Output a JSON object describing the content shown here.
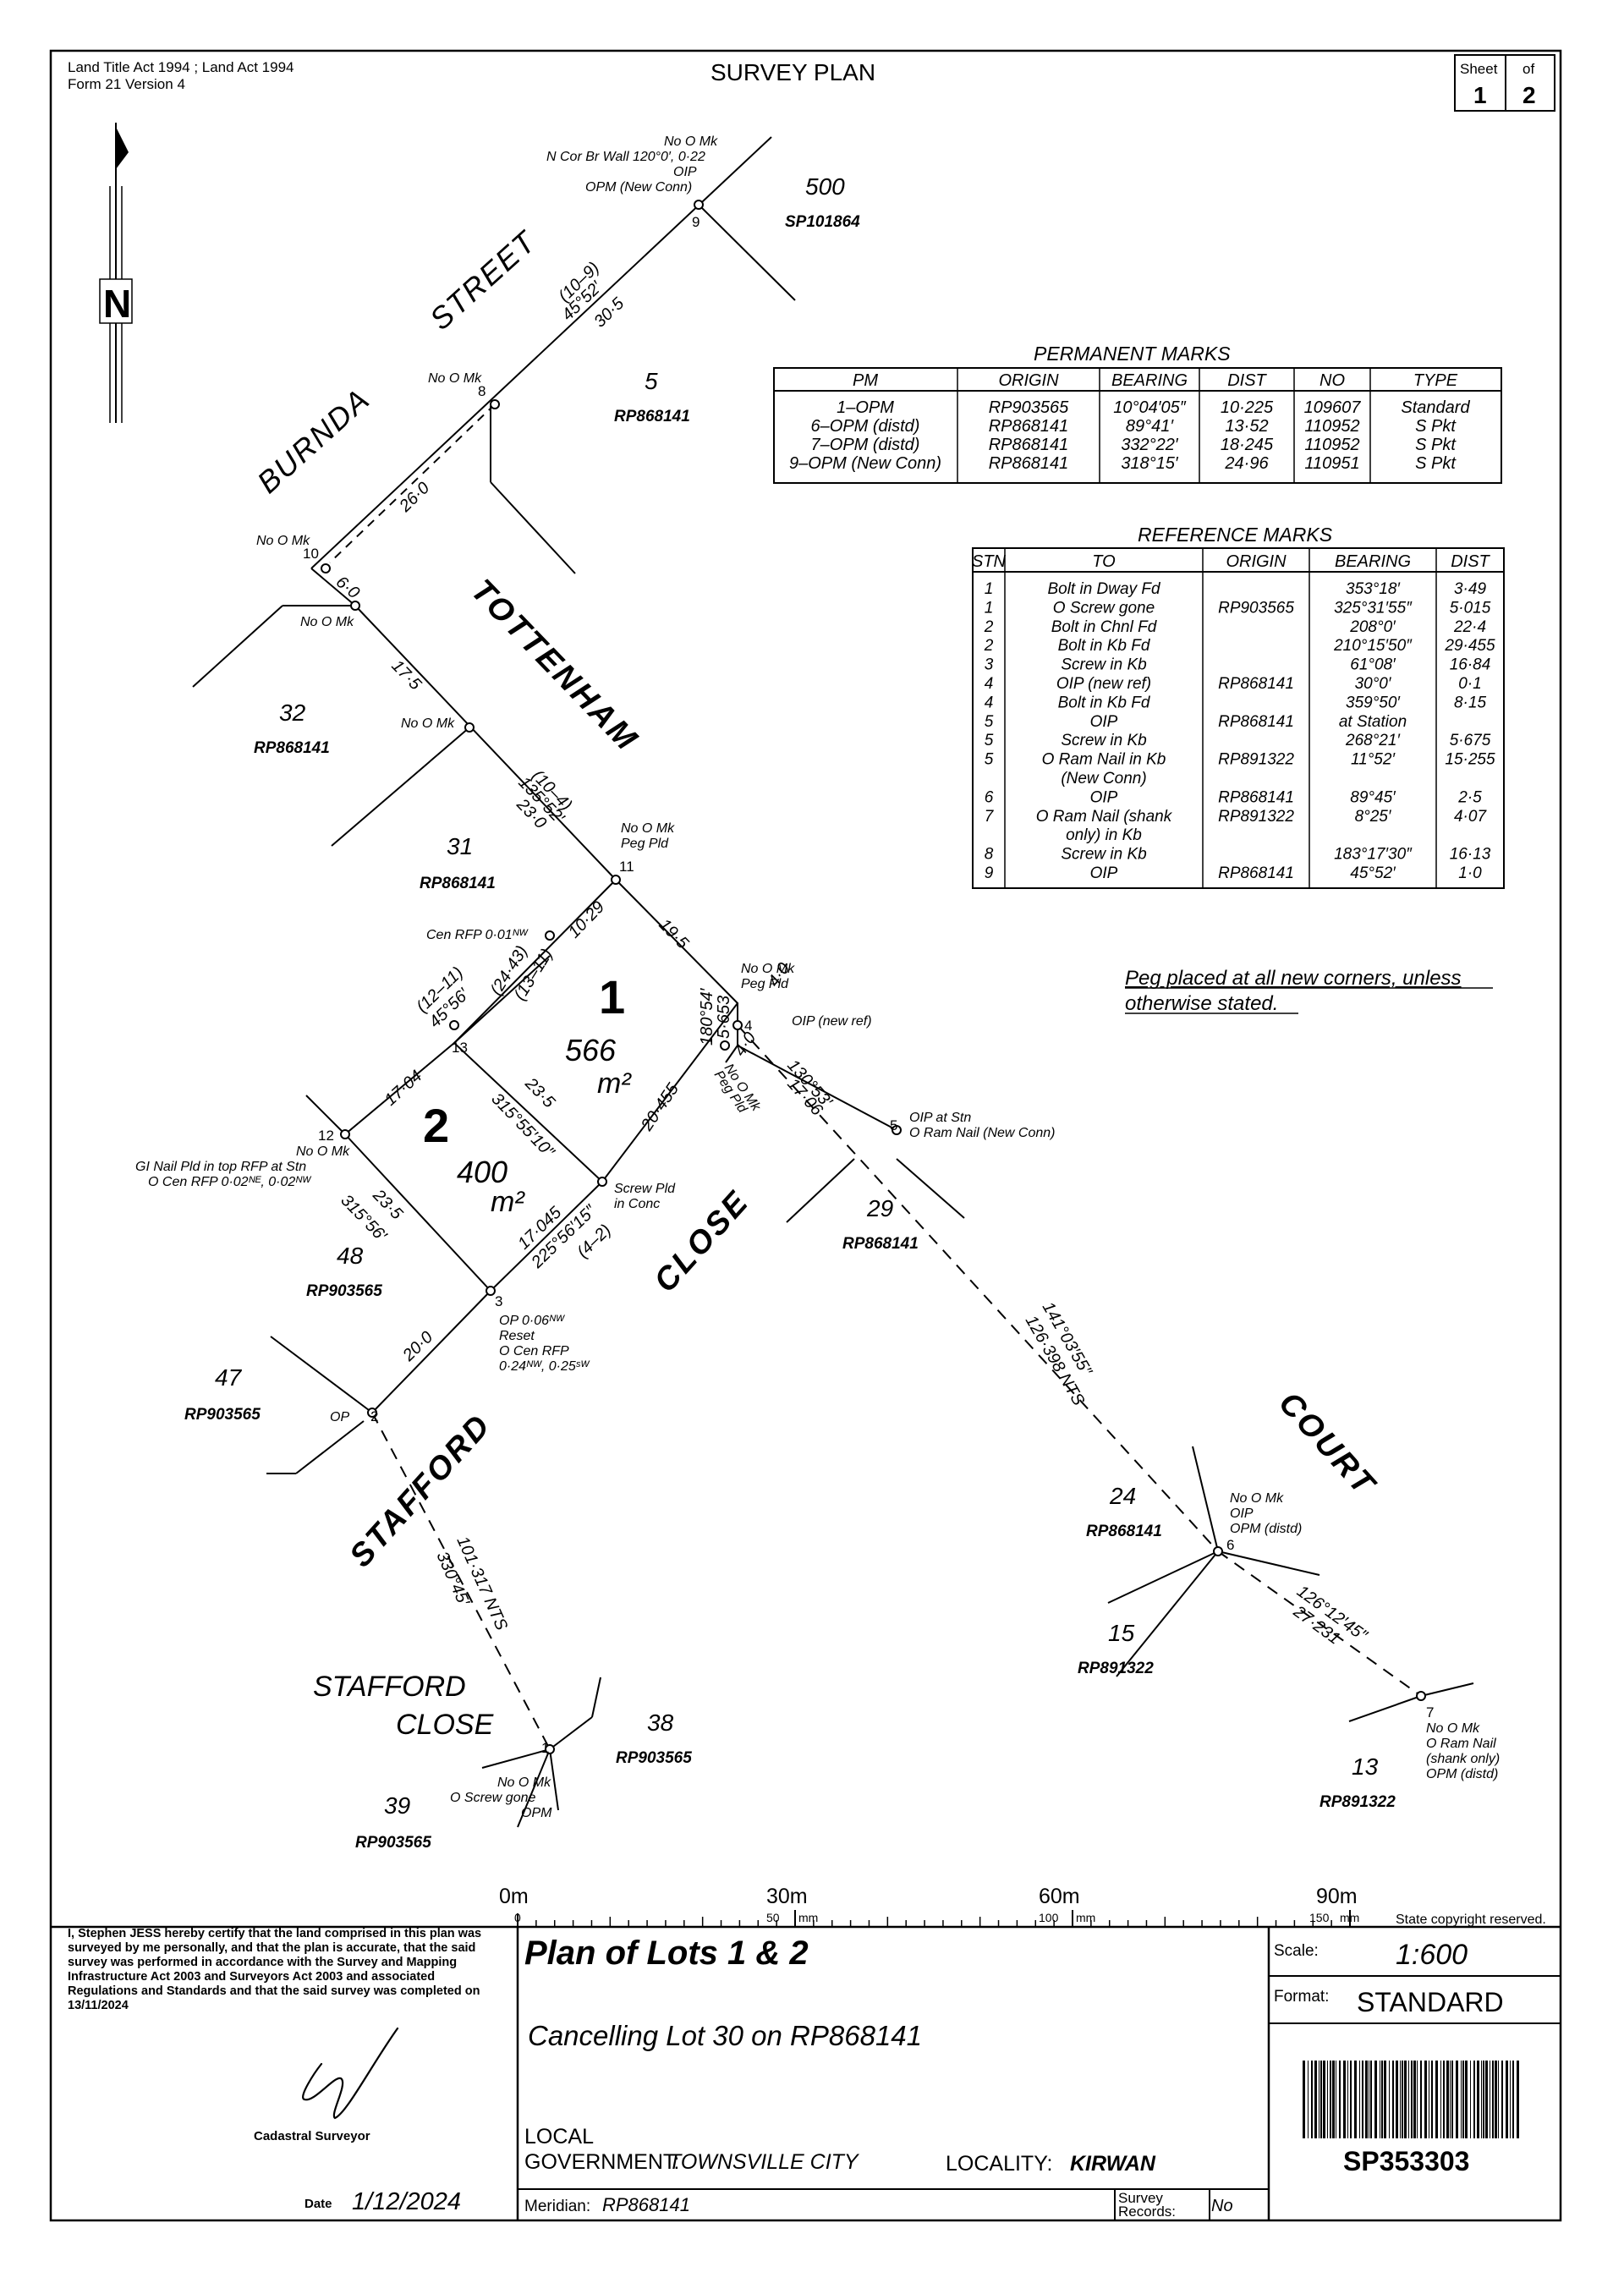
{
  "header": {
    "act": "Land Title Act 1994 ;  Land Act 1994",
    "form": "Form 21 Version 4",
    "title": "SURVEY PLAN",
    "sheet_label": "Sheet",
    "sheet_no": "1",
    "of_label": "of",
    "of_no": "2"
  },
  "north": "N",
  "roads": {
    "burnda": "BURNDA",
    "street": "STREET",
    "tottenham": "TOTTENHAM",
    "close": "CLOSE",
    "court": "COURT",
    "stafford": "STAFFORD",
    "stafford_close_1": "STAFFORD",
    "stafford_close_2": "CLOSE"
  },
  "lots": [
    {
      "no": "500",
      "plan": "SP101864"
    },
    {
      "no": "5",
      "plan": "RP868141"
    },
    {
      "no": "32",
      "plan": "RP868141"
    },
    {
      "no": "31",
      "plan": "RP868141"
    },
    {
      "no": "29",
      "plan": "RP868141"
    },
    {
      "no": "48",
      "plan": "RP903565"
    },
    {
      "no": "47",
      "plan": "RP903565"
    },
    {
      "no": "24",
      "plan": "RP868141"
    },
    {
      "no": "15",
      "plan": "RP891322"
    },
    {
      "no": "38",
      "plan": "RP903565"
    },
    {
      "no": "39",
      "plan": "RP903565"
    },
    {
      "no": "13",
      "plan": "RP891322"
    }
  ],
  "new_lots": [
    {
      "no": "1",
      "area": "566",
      "unit": "m²"
    },
    {
      "no": "2",
      "area": "400",
      "unit": "m²"
    }
  ],
  "dims": {
    "d_10_9": "(10–9)",
    "b_45_52": "45°52′",
    "d_30_5": "30·5",
    "d_26_0": "26·0",
    "d_6_0": "6·0",
    "d_17_5": "17·5",
    "d_10_4": "(10–4)",
    "b_135_52": "135°52′",
    "d_23_0": "23·0",
    "d_10_29": "10·29",
    "d_19_5": "19·5",
    "d_12_11": "(12–11)",
    "b_45_56": "45°56′",
    "d_24_43": "(24·43)",
    "d_13_11": "(13–11)",
    "b_180_54": "180°54′",
    "d_5_653": "5·653",
    "d_4_0a": "4·0",
    "d_4_0b": "4·0",
    "d_17_04": "17·04",
    "d_23_5a": "23·5",
    "b_315_55_10": "315°55′10″",
    "d_20_455": "20·455",
    "d_23_5b": "23·5",
    "b_315_56": "315°56′",
    "d_17_045": "17·045",
    "b_225_56_15": "225°56′15″",
    "d_4_2": "(4–2)",
    "b_130_53": "130°53′",
    "d_17_06": "17·06",
    "b_141_03_55": "141°03′55″",
    "d_126_398": "126·398 NTS",
    "d_20_0": "20·0",
    "d_101_317": "101·317 NTS",
    "b_330_45": "330°45′",
    "b_126_12_45": "126°12′45″",
    "d_27_231": "27·231"
  },
  "marks": {
    "m9_1": "No O Mk",
    "m9_2": "N Cor Br Wall 120°0′, 0·22",
    "m9_3": "OIP",
    "m9_4": "OPM (New Conn)",
    "m8": "No O Mk",
    "m10": "No O Mk",
    "m10b": "No O Mk",
    "m_mid": "No O Mk",
    "m11_1": "No O Mk",
    "m11_2": "Peg Pld",
    "cen_rfp": "Cen RFP 0·01ᴺᵂ",
    "m4_1": "No O Mk",
    "m4_2": "Peg Pld",
    "m4_3": "OIP (new ref)",
    "m4b_1": "No O Mk",
    "m4b_2": "Peg Pld",
    "m5_1": "OIP at Stn",
    "m5_2": "O Ram Nail (New Conn)",
    "m12_1": "No O Mk",
    "m12_2": "GI Nail Pld in top RFP at Stn",
    "m12_3": "O Cen RFP 0·02ᴺᴱ, 0·02ᴺᵂ",
    "screw_1": "Screw Pld",
    "screw_2": "in Conc",
    "m3_1": "OP 0·06ᴺᵂ",
    "m3_2": "Reset",
    "m3_3": "O Cen RFP",
    "m3_4": "0·24ᴺᵂ, 0·25ˢᵂ",
    "m2": "OP",
    "m6_1": "No O Mk",
    "m6_2": "OIP",
    "m6_3": "OPM (distd)",
    "m7_1": "No O Mk",
    "m7_2": "O Ram Nail",
    "m7_3": "(shank only)",
    "m7_4": "OPM (distd)",
    "m1_1": "No O Mk",
    "m1_2": "O Screw gone",
    "m1_3": "OPM"
  },
  "stations": [
    "1",
    "2",
    "3",
    "4",
    "5",
    "6",
    "7",
    "8",
    "9",
    "10",
    "11",
    "12",
    "13"
  ],
  "peg_note_1": "Peg placed at all new corners, unless",
  "peg_note_2": "otherwise stated.",
  "permanent_marks": {
    "title": "PERMANENT MARKS",
    "headers": [
      "PM",
      "ORIGIN",
      "BEARING",
      "DIST",
      "NO",
      "TYPE"
    ],
    "rows": [
      [
        "1–OPM",
        "RP903565",
        "10°04′05″",
        "10·225",
        "109607",
        "Standard"
      ],
      [
        "6–OPM (distd)",
        "RP868141",
        "89°41′",
        "13·52",
        "110952",
        "S Pkt"
      ],
      [
        "7–OPM (distd)",
        "RP868141",
        "332°22′",
        "18·245",
        "110952",
        "S Pkt"
      ],
      [
        "9–OPM (New Conn)",
        "RP868141",
        "318°15′",
        "24·96",
        "110951",
        "S Pkt"
      ]
    ]
  },
  "reference_marks": {
    "title": "REFERENCE MARKS",
    "headers": [
      "STN",
      "TO",
      "ORIGIN",
      "BEARING",
      "DIST"
    ],
    "rows": [
      [
        "1",
        "Bolt in Dway Fd",
        "",
        "353°18′",
        "3·49"
      ],
      [
        "1",
        "O Screw gone",
        "RP903565",
        "325°31′55″",
        "5·015"
      ],
      [
        "2",
        "Bolt in Chnl Fd",
        "",
        "208°0′",
        "22·4"
      ],
      [
        "2",
        "Bolt in Kb Fd",
        "",
        "210°15′50″",
        "29·455"
      ],
      [
        "3",
        "Screw in Kb",
        "",
        "61°08′",
        "16·84"
      ],
      [
        "4",
        "OIP (new ref)",
        "RP868141",
        "30°0′",
        "0·1"
      ],
      [
        "4",
        "Bolt in Kb Fd",
        "",
        "359°50′",
        "8·15"
      ],
      [
        "5",
        "OIP",
        "RP868141",
        "at  Station",
        ""
      ],
      [
        "5",
        "Screw in Kb",
        "",
        "268°21′",
        "5·675"
      ],
      [
        "5",
        "O Ram Nail in Kb",
        "RP891322",
        "11°52′",
        "15·255"
      ],
      [
        "",
        "(New Conn)",
        "",
        "",
        ""
      ],
      [
        "6",
        "OIP",
        "RP868141",
        "89°45′",
        "2·5"
      ],
      [
        "7",
        "O Ram Nail (shank",
        "RP891322",
        "8°25′",
        "4·07"
      ],
      [
        "",
        "only) in Kb",
        "",
        "",
        ""
      ],
      [
        "8",
        "Screw in Kb",
        "",
        "183°17′30″",
        "16·13"
      ],
      [
        "9",
        "OIP",
        "RP868141",
        "45°52′",
        "1·0"
      ]
    ]
  },
  "scale_bar": {
    "labels": [
      "0m",
      "30m",
      "60m",
      "90m"
    ],
    "small": [
      "0",
      "50",
      "mm",
      "100",
      "mm",
      "150",
      "mm"
    ],
    "copyright": "State copyright reserved."
  },
  "title_block": {
    "certificate": "I, Stephen JESS hereby certify that the land comprised in this plan was surveyed by me personally, and that the plan is accurate, that the said survey was performed in accordance with the Survey and Mapping Infrastructure Act 2003 and Surveyors Act 2003 and associated Regulations and Standards and that the said survey was completed on 13/11/2024",
    "surveyor_label": "Cadastral Surveyor",
    "date_label": "Date",
    "date": "1/12/2024",
    "plan_title": "Plan of Lots 1 & 2",
    "cancelling": "Cancelling Lot 30 on RP868141",
    "local": "LOCAL",
    "gov_label": "GOVERNMENT:",
    "gov": "TOWNSVILLE CITY",
    "locality_label": "LOCALITY:",
    "locality": "KIRWAN",
    "meridian_label": "Meridian:",
    "meridian": "RP868141",
    "survey_records_1": "Survey",
    "survey_records_2": "Records:",
    "survey_records": "No",
    "scale_label": "Scale:",
    "scale": "1:600",
    "format_label": "Format:",
    "format": "STANDARD",
    "plan_no": "SP353303"
  }
}
